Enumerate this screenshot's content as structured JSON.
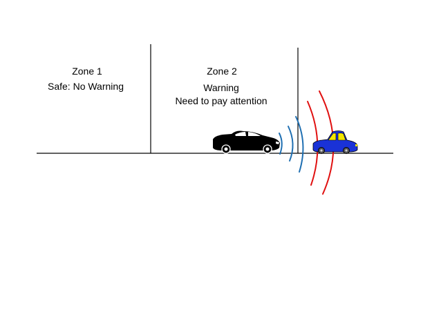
{
  "zone1": {
    "title": "Zone 1",
    "subtitle": "Safe: No Warning"
  },
  "zone2": {
    "title": "Zone 2",
    "line1": "Warning",
    "line2": "Need to pay attention"
  },
  "colors": {
    "line": "#000000",
    "wave_inner": "#1f6fb2",
    "wave_outer": "#e01010",
    "rear_car_body": "#000000",
    "front_car_body": "#1a32d6",
    "front_car_window": "#f2e600"
  },
  "icons": {
    "rear_car": "sedan-car-icon",
    "front_car": "small-car-icon",
    "signal": "sensor-wave-icon"
  }
}
